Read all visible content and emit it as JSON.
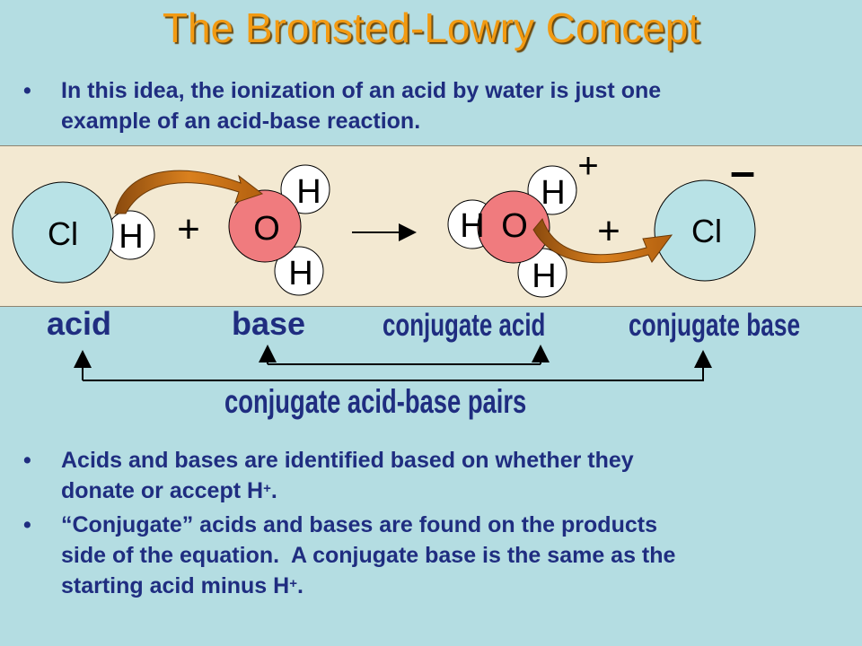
{
  "title": "The Bronsted-Lowry Concept",
  "bullet_top": {
    "marker": "•",
    "line1": "In this idea, the ionization of an acid by water is just one",
    "line2": "example of an acid-base reaction."
  },
  "diagram": {
    "reactant_cl": "Cl",
    "reactant_h": "H",
    "plus_1": "+",
    "water_o": "O",
    "water_h_top": "H",
    "water_h_bottom": "H",
    "product_h_left": "H",
    "product_o": "O",
    "product_h_top": "H",
    "product_h_bottom": "H",
    "plus_2": "+",
    "product_cl": "Cl",
    "charge_plus": "+",
    "charge_minus": "–"
  },
  "labels": {
    "acid": "acid",
    "base": "base",
    "conjugate_acid": "conjugate acid",
    "conjugate_base": "conjugate base",
    "pairs": "conjugate acid-base pairs"
  },
  "bullets_bottom": [
    {
      "marker": "•",
      "line1": "Acids and bases are identified based on whether they",
      "line2": "donate or accept H",
      "line2_sup": "+",
      "line2_end": "."
    },
    {
      "marker": "•",
      "line1": "“Conjugate” acids and bases are found on the products",
      "line2": "side of the equation.  A conjugate base is the same as the",
      "line3": "starting acid minus H",
      "line3_sup": "+",
      "line3_end": "."
    }
  ],
  "colors": {
    "background": "#b4dde2",
    "title": "#f29a12",
    "text": "#1f2d80",
    "chlorine": "#b8e2e6",
    "oxygen": "#f07b7e",
    "hydrogen": "#ffffff",
    "arrow": "#c46a14",
    "band": "#f3e9d2"
  }
}
